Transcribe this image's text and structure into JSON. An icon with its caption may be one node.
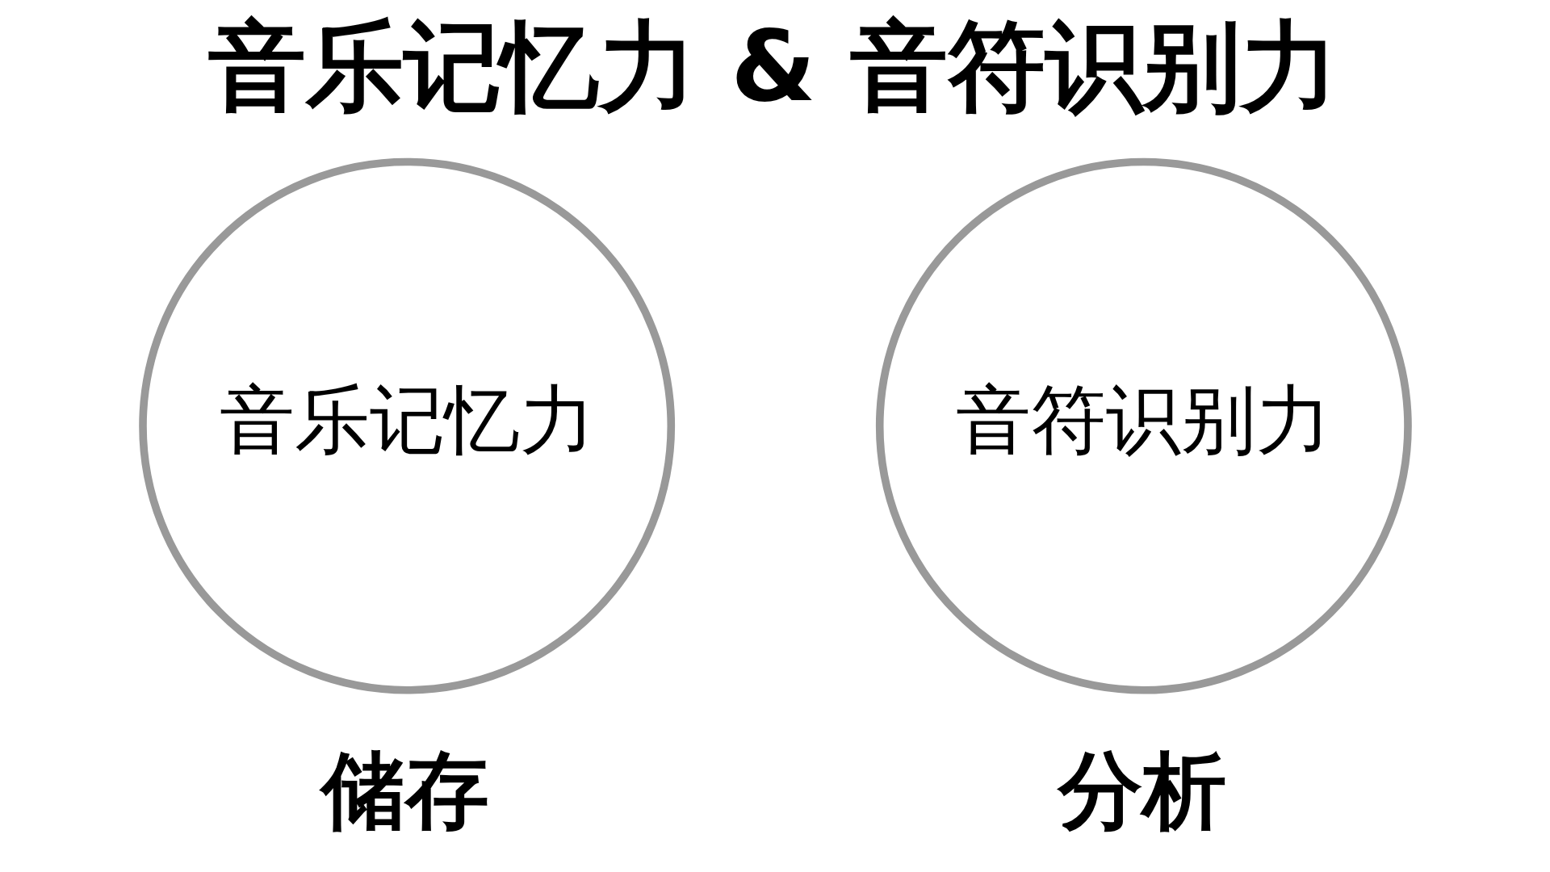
{
  "diagram": {
    "title": "音乐记忆力 & 音符识别力",
    "nodes": [
      {
        "text": [
          "音乐记忆力"
        ],
        "beside": [
          "储存"
        ]
      },
      {
        "text": [
          "音符识别力"
        ],
        "beside": [
          "分析"
        ]
      }
    ]
  }
}
